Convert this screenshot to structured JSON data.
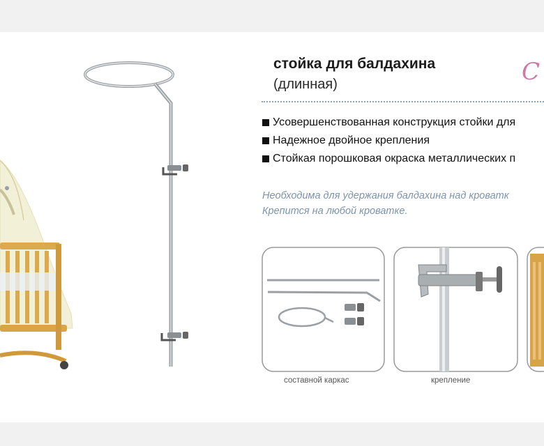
{
  "product": {
    "title": "стойка для балдахина",
    "subtitle": "(длинная)"
  },
  "features": [
    "Усовершенствованная конструкция стойки для",
    "Надежное двойное крепления",
    "Стойкая порошковая окраска металлических п"
  ],
  "note": [
    "Необходима для удержания балдахина над кроватк",
    "Крепится на любой кроватке."
  ],
  "panels": [
    {
      "caption": "составной каркас"
    },
    {
      "caption": "крепление"
    }
  ],
  "colors": {
    "accent_note": "#7d93aa",
    "crib_wood": "#dcaa4d",
    "frame_metal": "#9aa0a4",
    "logo": "#cc79a8"
  }
}
